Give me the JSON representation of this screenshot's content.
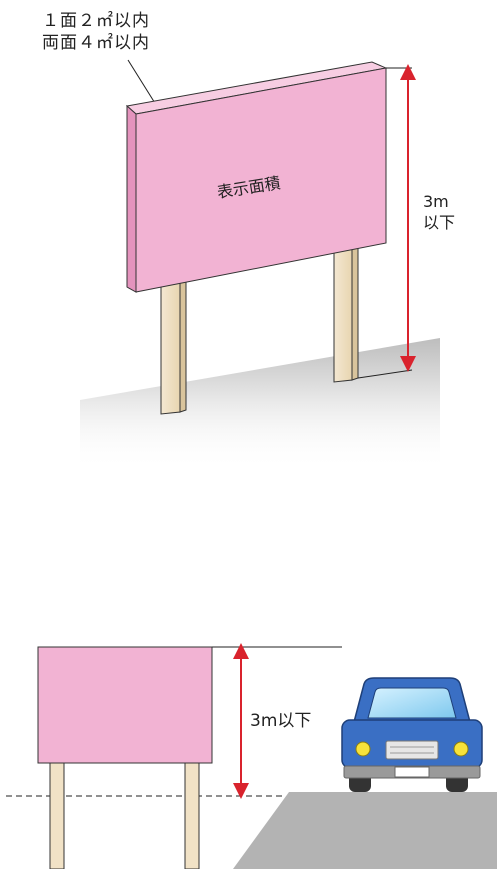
{
  "top_figure": {
    "note_line1": "１面２㎡以内",
    "note_line2": "両面４㎡以内",
    "sign_label": "表示面積",
    "height_value": "3m",
    "height_suffix": "以下",
    "sign_color": "#f2b3d3",
    "arrow_color": "#d9232d",
    "post_color": "#f1e2c6"
  },
  "bottom_figure": {
    "height_label": "3m以下",
    "sign_color": "#f2b3d3",
    "arrow_color": "#d9232d",
    "car_color": "#3a6fc4",
    "road_color": "#b3b3b3"
  }
}
